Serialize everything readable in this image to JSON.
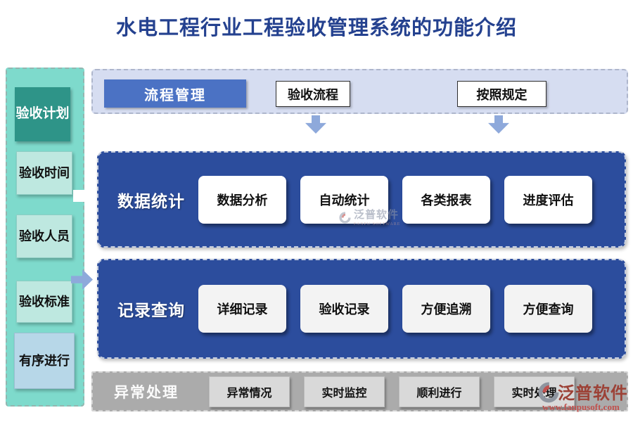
{
  "title": "水电工程行业工程验收管理系统的功能介绍",
  "sidebar": {
    "plan": "验收计划",
    "items": [
      "验收时间",
      "验收人员",
      "验收标准",
      "有序进行"
    ]
  },
  "flow": {
    "primary": "流程管理",
    "steps": [
      "验收流程",
      "按照规定"
    ]
  },
  "rows": [
    {
      "label": "数据统计",
      "items": [
        "数据分析",
        "自动统计",
        "各类报表",
        "进度评估"
      ]
    },
    {
      "label": "记录查询",
      "items": [
        "详细记录",
        "验收记录",
        "方便追溯",
        "方便查询"
      ]
    }
  ],
  "footer": {
    "label": "异常处理",
    "items": [
      "异常情况",
      "实时监控",
      "顺利进行",
      "实时处理"
    ]
  },
  "watermark": {
    "text": "泛普软件",
    "subtext": "FANPU SOFTWARE"
  },
  "logo": {
    "text": "泛普软件",
    "url": "www.fanpusoft.com"
  },
  "colors": {
    "title_text": "#24418F",
    "sidebar_bg": "#7EDACC",
    "sidebar_header_bg": "#2E9488",
    "sidebar_item_teal": "#BEE8E0",
    "sidebar_item_blue": "#B7D7E8",
    "flow_panel_bg": "#D6DDF1",
    "primary_button_bg": "#4B72C4",
    "panel_dark_blue": "#2C4D9D",
    "arrow_blue": "#8EA9DB",
    "footer_gray": "#ABABAB",
    "footer_box_gray": "#D9D9D9",
    "logo_red": "#9C4136",
    "logo_url_red": "#C0504D"
  }
}
